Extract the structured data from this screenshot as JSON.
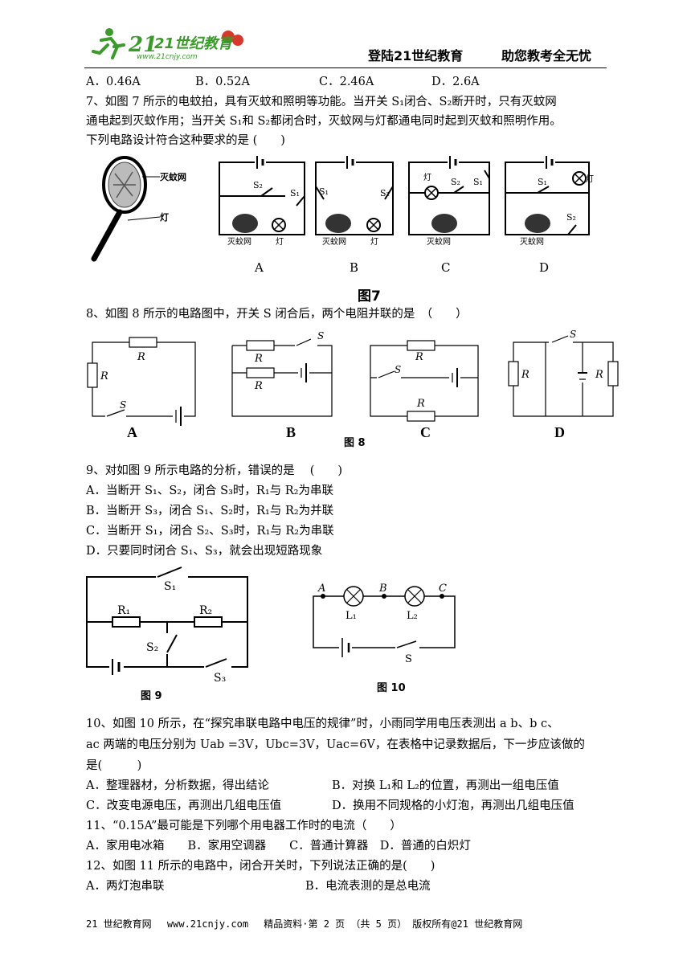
{
  "header": {
    "logo_text": "21世纪教育",
    "logo_url": "www.21cnjy.com",
    "slogan_left": "登陆21世纪教育",
    "slogan_right": "助您教考全无忧"
  },
  "q6_options": [
    "A．0.46A",
    "B．0.52A",
    "C．2.46A",
    "D．2.6A"
  ],
  "q7": {
    "line1": "7、如图 7 所示的电蚊拍，具有灭蚊和照明等功能。当开关 S₁闭合、S₂断开时，只有灭蚊网",
    "line2": "通电起到灭蚊作用；当开关 S₁和 S₂都闭合时，灭蚊网与灯都通电同时起到灭蚊和照明作用。",
    "line3": "下列电路设计符合这种要求的是 (　　)",
    "racket_labels": [
      "灭蚊网",
      "灯"
    ],
    "circuit_net": "灭蚊网",
    "circuit_lamp": "灯",
    "switch_labels": [
      "S₁",
      "S₂"
    ],
    "letters": [
      "A",
      "B",
      "C",
      "D"
    ],
    "figure_label": "图7"
  },
  "q8": {
    "text": "8、如图 8 所示的电路图中，开关 S 闭合后，两个电阻并联的是　（　　）",
    "r": "R",
    "s": "S",
    "letters": [
      "A",
      "B",
      "C",
      "D"
    ],
    "figure_label": "图 8"
  },
  "q9": {
    "text": "9、对如图 9 所示电路的分析，错误的是　 (　　)",
    "options": [
      "A．当断开 S₁、S₂，闭合 S₃时，R₁与 R₂为串联",
      "B．当断开 S₃，闭合 S₁、S₂时，R₁与 R₂为并联",
      "C．当断开 S₁，闭合 S₂、S₃时，R₁与 R₂为串联",
      "D．只要同时闭合 S₁、S₃，就会出现短路现象"
    ],
    "labels": {
      "s1": "S₁",
      "s2": "S₂",
      "s3": "S₃",
      "r1": "R₁",
      "r2": "R₂"
    },
    "figure_label": "图 9"
  },
  "fig10": {
    "labels": {
      "a": "A",
      "b": "B",
      "c": "C",
      "l1": "L₁",
      "l2": "L₂",
      "s": "S"
    },
    "figure_label": "图 10"
  },
  "q10": {
    "line1": "10、如图 10 所示，在“探究串联电路中电压的规律”时，小雨同学用电压表测出 a b、b c、",
    "line2": "ac 两端的电压分别为 Uab =3V，Ubc=3V，Uac=6V，在表格中记录数据后，下一步应该做的",
    "line3": "是(　　　)",
    "opt_a": "A．整理器材，分析数据，得出结论",
    "opt_b": "B．对换 L₁和 L₂的位置，再测出一组电压值",
    "opt_c": "C．改变电源电压，再测出几组电压值",
    "opt_d": "D．换用不同规格的小灯泡，再测出几组电压值"
  },
  "q11": {
    "text": "11、“0.15A”最可能是下列哪个用电器工作时的电流（　　）",
    "options": "A．家用电冰箱　　B．家用空调器　　C．普通计算器　D．普通的白炽灯"
  },
  "q12": {
    "text": "12、如图 11 所示的电路中，闭合开关时，下列说法正确的是(　　)",
    "opt_a": "A．两灯泡串联",
    "opt_b": "B．电流表测的是总电流"
  },
  "footer": {
    "text": "21 世纪教育网　 www.21cnjy.com　 精品资料·第 2 页 （共 5 页） 版权所有@21 世纪教育网"
  },
  "colors": {
    "logo_green": "#3a9a2a",
    "logo_red": "#d8382b"
  }
}
